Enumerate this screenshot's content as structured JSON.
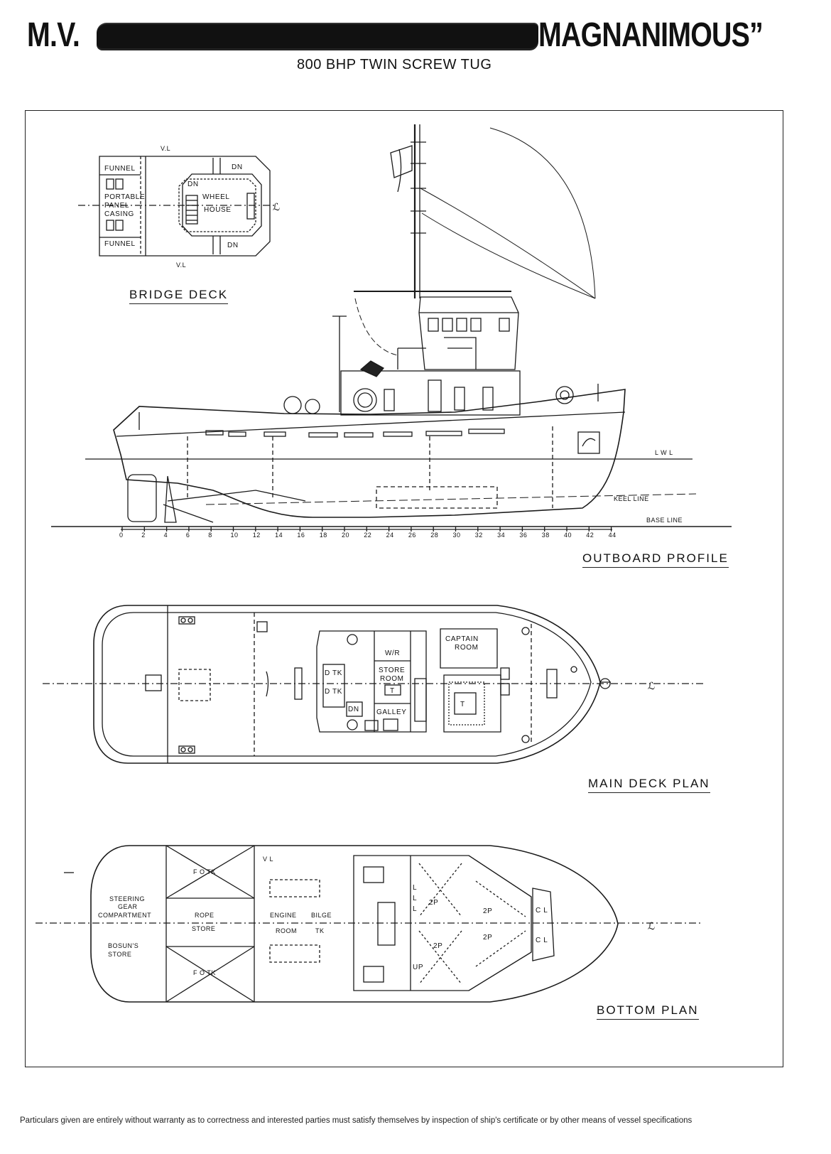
{
  "header": {
    "title_prefix": "M.V.",
    "title_name": "MAGNANIMOUS”",
    "subtitle": "800 BHP TWIN SCREW TUG"
  },
  "plans": {
    "bridge_deck": {
      "title": "BRIDGE DECK",
      "labels": {
        "vl_top": "V.L",
        "vl_bottom": "V.L",
        "funnel_top": "FUNNEL",
        "funnel_bottom": "FUNNEL",
        "portable": "PORTABLE",
        "panel": "PANEL",
        "casing": "CASING",
        "dn_top": "DN",
        "dn_bottom": "DN",
        "dn_inner": "DN",
        "wheel": "WHEEL",
        "house": "HOUSE"
      }
    },
    "outboard_profile": {
      "title": "OUTBOARD PROFILE",
      "labels": {
        "lwl": "L W L",
        "keel_line": "KEEL LINE",
        "base_line": "BASE LINE"
      },
      "frame_numbers": [
        "0",
        "2",
        "4",
        "6",
        "8",
        "10",
        "12",
        "14",
        "16",
        "18",
        "20",
        "22",
        "24",
        "26",
        "28",
        "30",
        "32",
        "34",
        "36",
        "38",
        "40",
        "42",
        "44"
      ]
    },
    "main_deck": {
      "title": "MAIN DECK PLAN",
      "labels": {
        "captain": "CAPTAIN",
        "room": "ROOM",
        "wr": "W/R",
        "store": "STORE",
        "store_room": "ROOM",
        "dtk_1": "D TK",
        "dtk_2": "D TK",
        "t_1": "T",
        "t_2": "T",
        "dn": "DN",
        "galley": "GALLEY"
      }
    },
    "bottom_plan": {
      "title": "BOTTOM PLAN",
      "labels": {
        "steering": "STEERING",
        "gear": "GEAR",
        "compartment": "COMPARTMENT",
        "bosuns": "BOSUN'S",
        "bosuns_store": "STORE",
        "fotk_top": "F O TK",
        "fotk_bottom": "F O TK",
        "rope": "ROPE",
        "rope_store": "STORE",
        "engine": "ENGINE",
        "engine_room": "ROOM",
        "bilge": "BILGE",
        "tk": "TK",
        "vl": "V L",
        "p2_a": "2P",
        "p2_b": "2P",
        "p2_c": "2P",
        "p2_d": "2P",
        "cl_top": "C L",
        "cl_bottom": "C L",
        "up": "UP",
        "l1": "L",
        "l2": "L",
        "l3": "L"
      }
    }
  },
  "footnote": "Particulars given are entirely without warranty as to correctness and interested parties must satisfy themselves by inspection of ship's certificate or by other means of vessel specifications"
}
